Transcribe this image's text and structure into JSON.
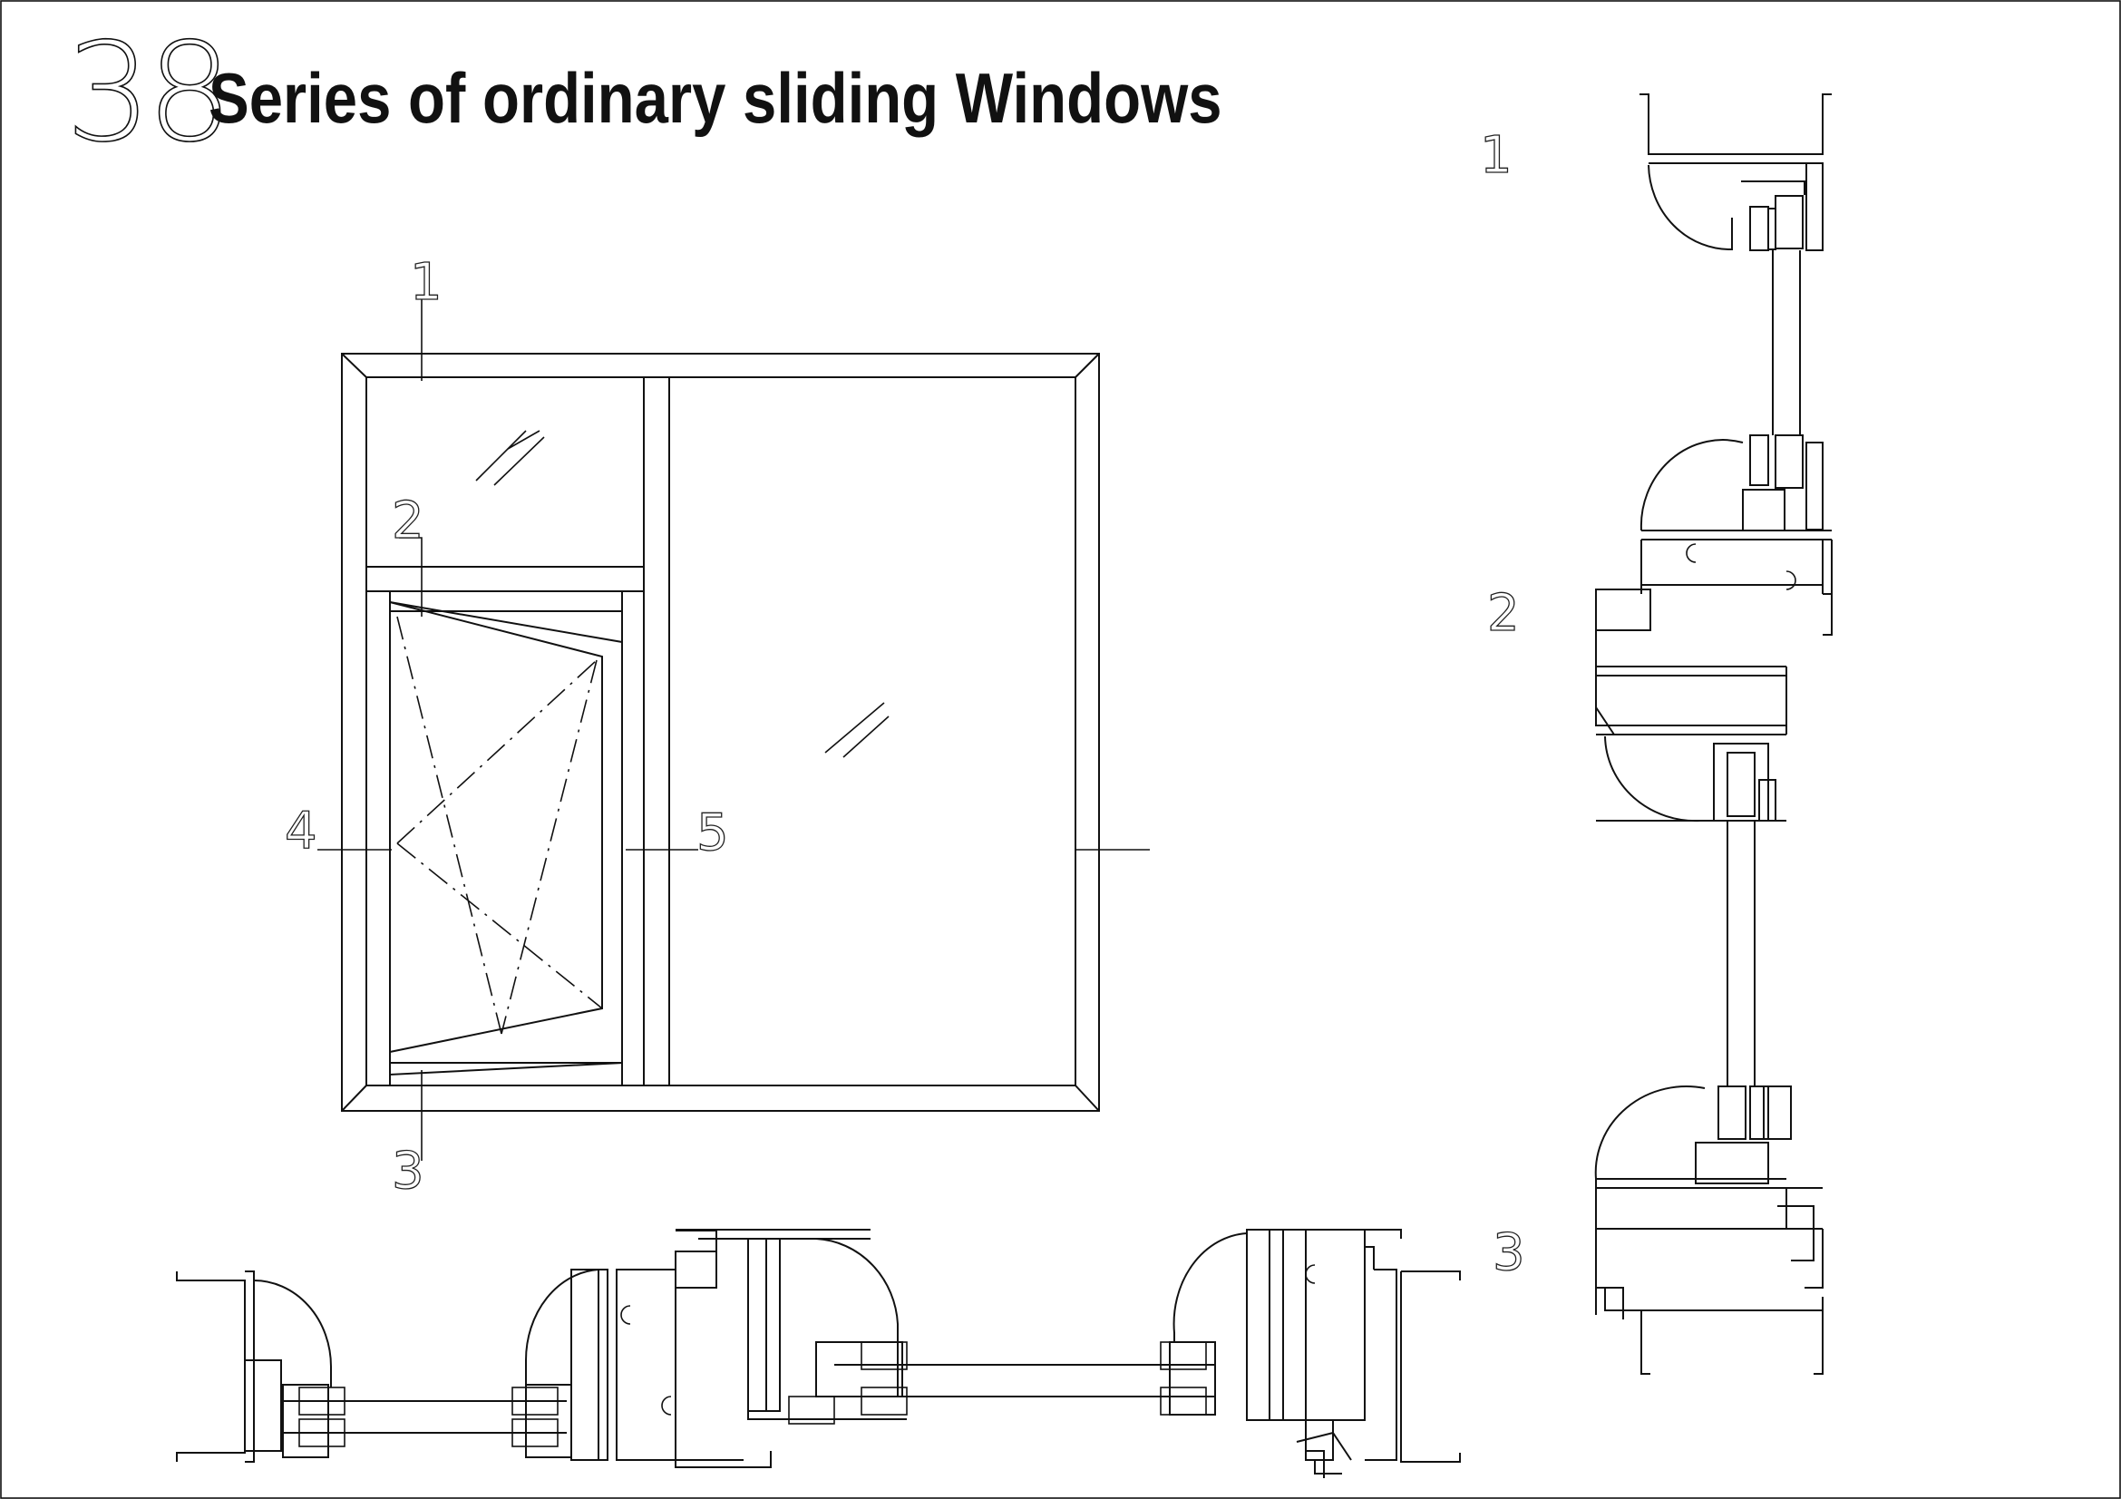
{
  "header": {
    "series_number": "38",
    "title": "Series of ordinary sliding Windows"
  },
  "elevation": {
    "labels": [
      "1",
      "2",
      "3",
      "4",
      "5"
    ]
  },
  "vertical_section": {
    "labels": [
      "1",
      "2",
      "3"
    ]
  },
  "colors": {
    "line": "#111111",
    "background": "#ffffff"
  }
}
